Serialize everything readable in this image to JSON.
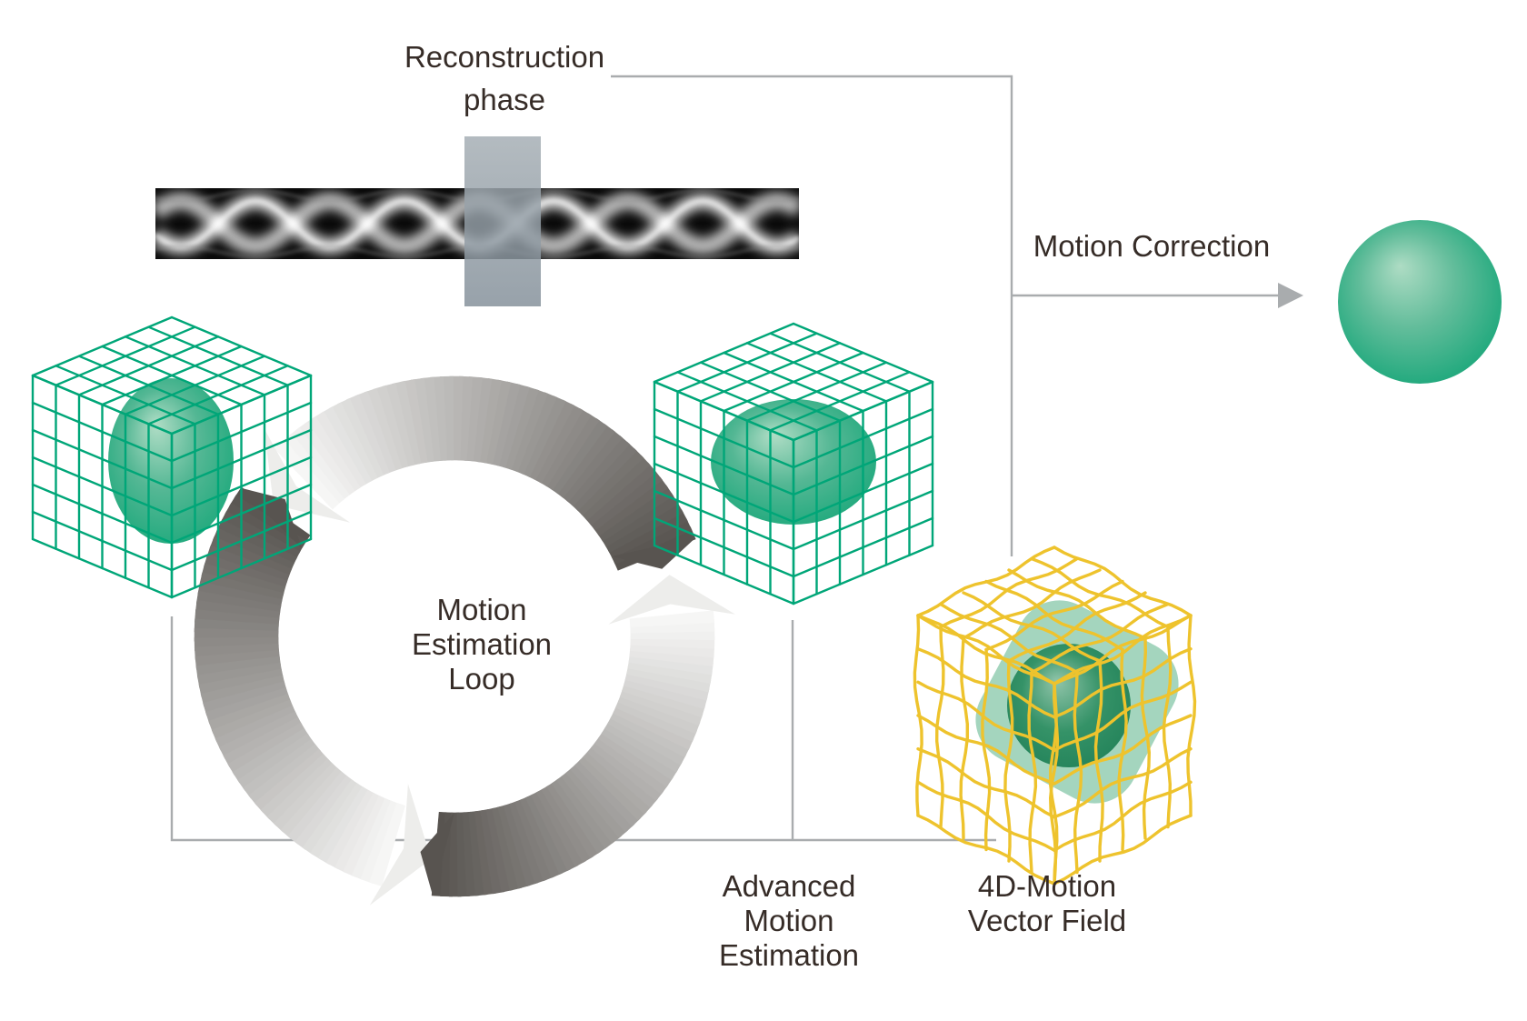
{
  "labels": {
    "reconstruction_phase": [
      "Reconstruction",
      "phase"
    ],
    "motion_correction": "Motion Correction",
    "motion_estimation_loop": [
      "Motion",
      "Estimation",
      "Loop"
    ],
    "advanced_motion_estimation": [
      "Advanced",
      "Motion",
      "Estimation"
    ],
    "vector_field": [
      "4D-Motion",
      "Vector Field"
    ]
  },
  "icons": {
    "motion_correction_arrow": "arrow-right-icon",
    "loop_arrows": "circular-cycle-arrows-icon"
  },
  "colors": {
    "grid_green": "#00a678",
    "grid_yellow": "#eec32d",
    "sphere_highlight": "#aedcc4",
    "sphere_mid": "#4fb591",
    "sphere_dark": "#12996e",
    "blob_light_green": "#85c7a8",
    "blob_dark_green": "#1d7f55",
    "connector_gray": "#a9acae",
    "arc_dark": "#585450",
    "arc_light": "#f6f6f5",
    "phase_bar": "#8d98a0",
    "sinogram_bg": "#0a0a0a",
    "sinogram_wave": "#e9e9e9",
    "text": "#362c27"
  }
}
